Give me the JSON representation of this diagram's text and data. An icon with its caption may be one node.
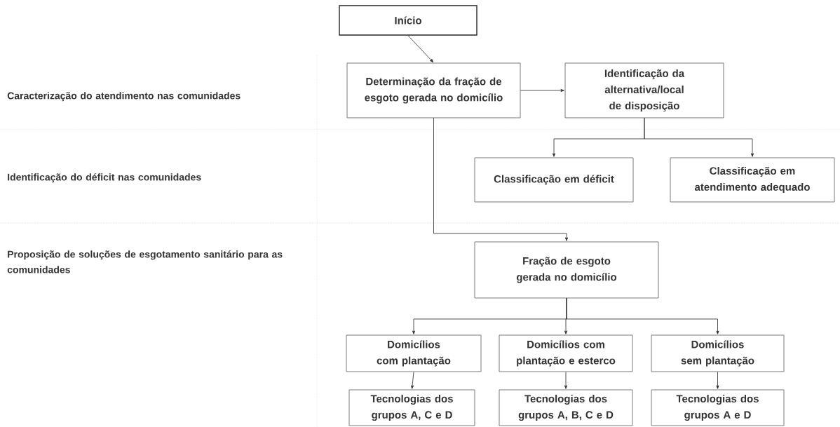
{
  "diagram": {
    "nodes": [
      {
        "text": [
          "Início"
        ]
      },
      {
        "text": [
          "Determinação da fração de esgoto gerada no domicílio"
        ]
      },
      {
        "text": [
          "Identificação da alternativa/local de disposição"
        ]
      },
      {
        "text": [
          "Classificação em déficit"
        ]
      },
      {
        "text": [
          "Classificação em atendimento adequado"
        ]
      },
      {
        "text": [
          "Fração de esgoto gerada no domicílio"
        ]
      },
      {
        "text": [
          "Domicílios com plantação"
        ]
      },
      {
        "text": [
          "Domicílios com plantação e esterco"
        ]
      },
      {
        "text": [
          "Domicílios sem plantação"
        ]
      },
      {
        "text": [
          "Tecnologias dos grupos A, C e D"
        ]
      },
      {
        "text": [
          "Tecnologias dos grupos A, B, C e D"
        ]
      },
      {
        "text": [
          "Tecnologias dos grupos A e D"
        ]
      }
    ],
    "edges": [
      {
        "from": 0,
        "to": 1,
        "arrow": "to"
      },
      {
        "from": 1,
        "to": 2,
        "arrow": "to"
      },
      {
        "from": 2,
        "to": 3,
        "arrow": "to"
      },
      {
        "from": 2,
        "to": 4,
        "arrow": "to"
      },
      {
        "from": 1,
        "to": 5,
        "arrow": "to"
      },
      {
        "from": 5,
        "to": 6,
        "arrow": "to"
      },
      {
        "from": 5,
        "to": 7,
        "arrow": "to"
      },
      {
        "from": 5,
        "to": 8,
        "arrow": "to"
      },
      {
        "from": 6,
        "to": 9,
        "arrow": "to"
      },
      {
        "from": 7,
        "to": 10,
        "arrow": "to"
      },
      {
        "from": 8,
        "to": 11,
        "arrow": "to"
      }
    ],
    "labels": [
      "Caracterização do atendimento nas comunidades",
      "Identificação do déficit nas comunidades",
      "Proposição de soluções de esgotamento sanitário para as comunidades"
    ]
  }
}
